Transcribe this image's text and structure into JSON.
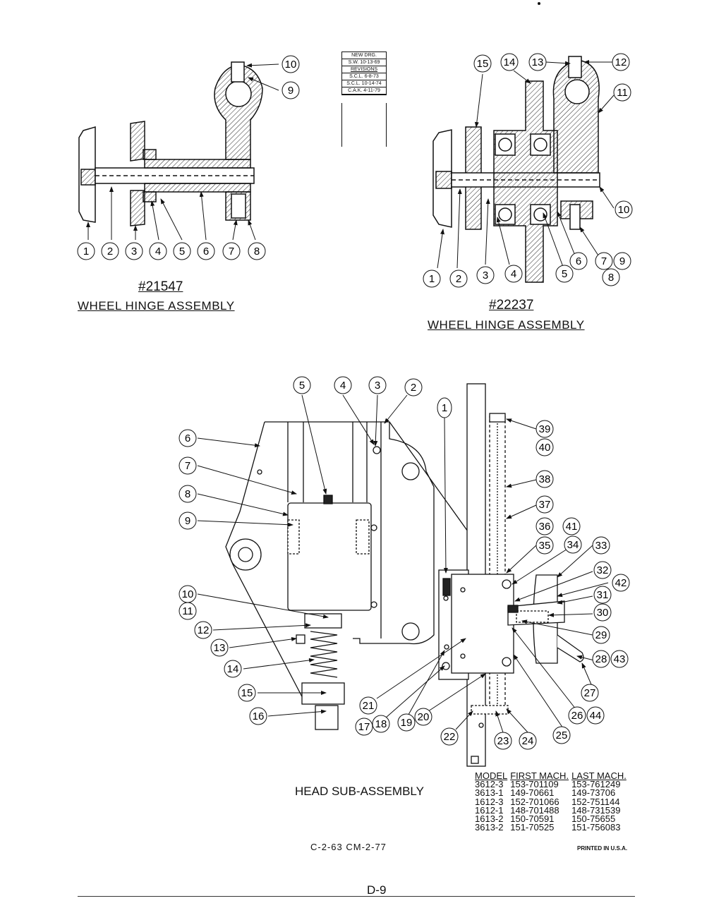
{
  "revision_block": {
    "lines": [
      "NEW DRG.",
      "S.W. 10-13-69",
      "REVISIONS",
      "S.C.L. 6-8-73",
      "S.C.L. 10-14-74",
      "C.A.K. 4-11-79"
    ]
  },
  "assembly_21547": {
    "number": "#21547",
    "title": "WHEEL HINGE ASSEMBLY",
    "callouts": [
      "1",
      "2",
      "3",
      "4",
      "5",
      "6",
      "7",
      "8",
      "9",
      "10"
    ]
  },
  "assembly_22237": {
    "number": "#22237",
    "title": "WHEEL HINGE ASSEMBLY",
    "callouts": [
      "1",
      "2",
      "3",
      "4",
      "5",
      "6",
      "7",
      "8",
      "9",
      "10",
      "11",
      "12",
      "13",
      "14",
      "15"
    ]
  },
  "head_sub_assembly": {
    "title": "HEAD SUB-ASSEMBLY",
    "callouts": [
      "1",
      "2",
      "3",
      "4",
      "5",
      "6",
      "7",
      "8",
      "9",
      "10",
      "11",
      "12",
      "13",
      "14",
      "15",
      "16",
      "17",
      "18",
      "19",
      "20",
      "21",
      "22",
      "23",
      "24",
      "25",
      "26",
      "27",
      "28",
      "29",
      "30",
      "31",
      "32",
      "33",
      "34",
      "35",
      "36",
      "37",
      "38",
      "39",
      "40",
      "41",
      "42",
      "43",
      "44"
    ]
  },
  "model_table": {
    "headers": [
      "MODEL",
      "FIRST MACH.",
      "LAST MACH."
    ],
    "rows": [
      [
        "3612-3",
        "153-701109",
        "153-761249"
      ],
      [
        "3613-1",
        "149-70661",
        "149-73706"
      ],
      [
        "1612-3",
        "152-701066",
        "152-751144"
      ],
      [
        "1612-1",
        "148-701488",
        "148-731539"
      ],
      [
        "1613-2",
        "150-70591",
        "150-75655"
      ],
      [
        "3613-2",
        "151-70525",
        "151-756083"
      ]
    ]
  },
  "footer": {
    "codes": "C-2-63   CM-2-77",
    "printed": "PRINTED IN U.S.A.",
    "page": "D-9"
  },
  "colors": {
    "ink": "#111111",
    "paper": "#ffffff"
  }
}
